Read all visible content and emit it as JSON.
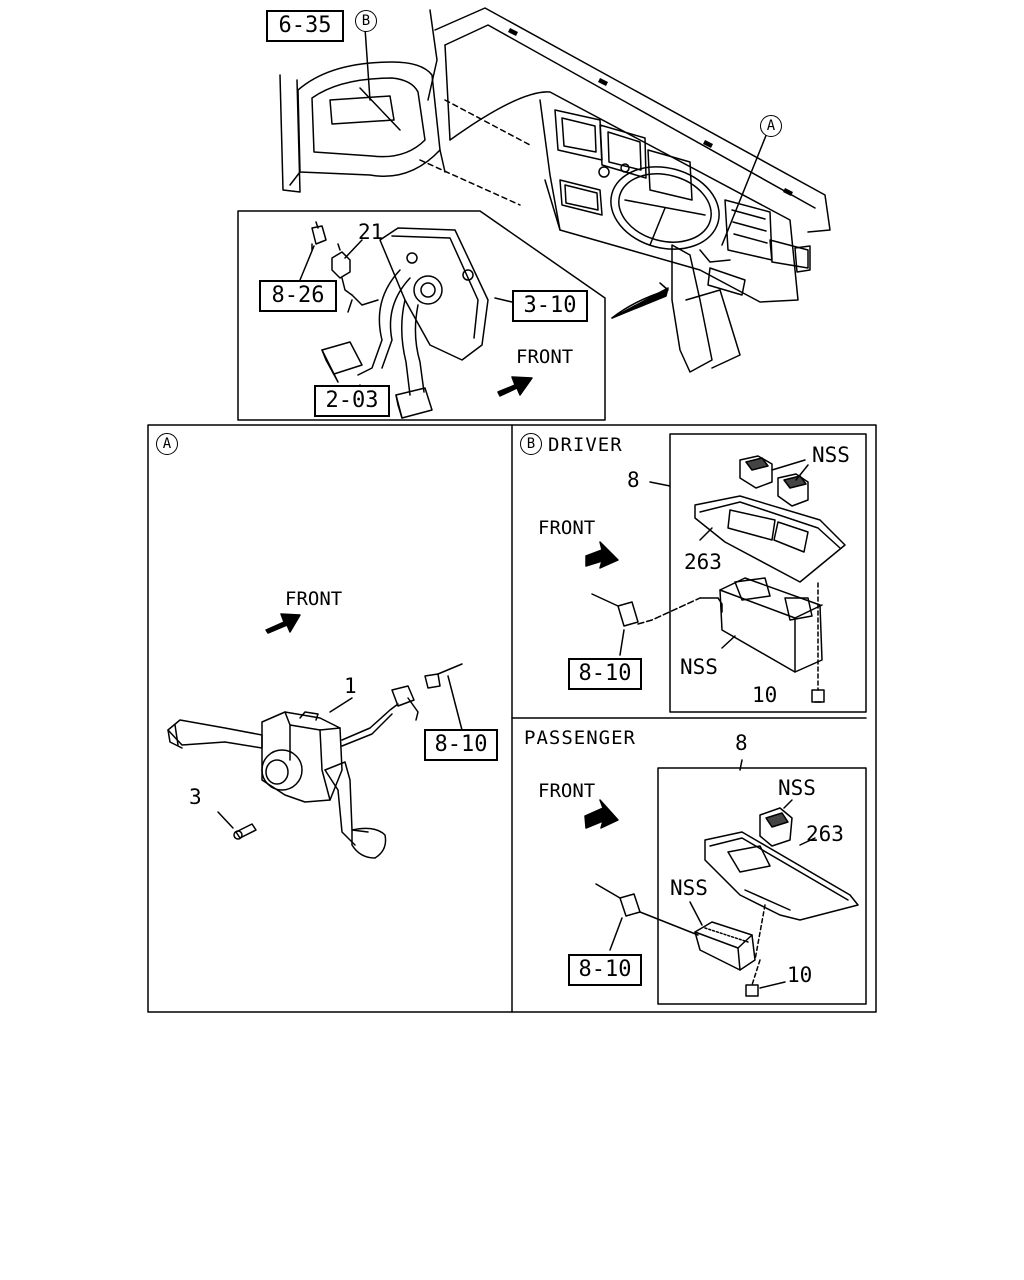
{
  "top_view": {
    "callouts": {
      "b": "B",
      "a": "A"
    },
    "refs": {
      "r635": "6-35",
      "r826": "8-26",
      "r310": "3-10",
      "r203": "2-03"
    },
    "part_21": "21",
    "front": "FRONT"
  },
  "detail_a": {
    "marker": "A",
    "front": "FRONT",
    "part_1": "1",
    "part_3": "3",
    "ref": "8-10"
  },
  "detail_b": {
    "marker": "B",
    "driver": {
      "heading": "DRIVER",
      "front": "FRONT",
      "part_8": "8",
      "nss_top": "NSS",
      "part_263": "263",
      "nss_bottom": "NSS",
      "part_10": "10",
      "ref": "8-10"
    },
    "passenger": {
      "heading": "PASSENGER",
      "front": "FRONT",
      "part_8": "8",
      "nss_top": "NSS",
      "part_263": "263",
      "nss_bottom": "NSS",
      "part_10": "10",
      "ref": "8-10"
    }
  }
}
